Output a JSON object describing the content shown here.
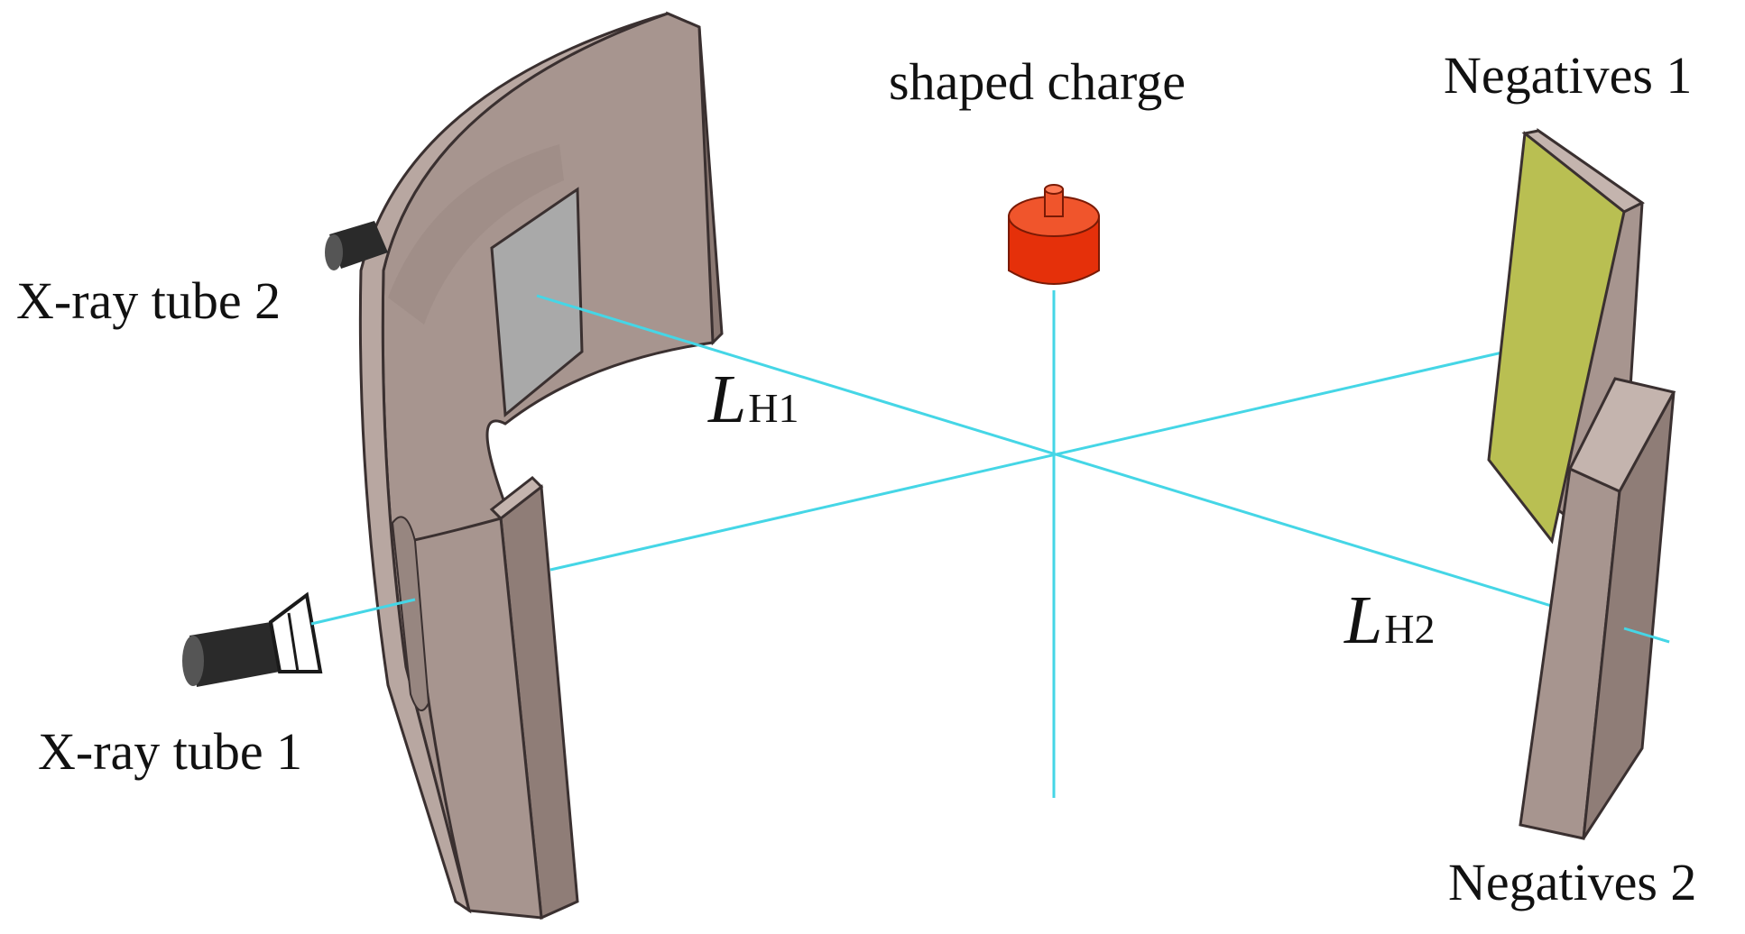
{
  "labels": {
    "shaped_charge": "shaped charge",
    "negatives_1": "Negatives 1",
    "negatives_2": "Negatives 2",
    "xray_tube_1": "X-ray tube 1",
    "xray_tube_2": "X-ray tube 2"
  },
  "dimensions": {
    "lh1": {
      "symbol": "L",
      "subscript": "H1"
    },
    "lh2": {
      "symbol": "L",
      "subscript": "H2"
    }
  },
  "colors": {
    "beam": "#45d6e6",
    "protection_panel": "#a7958f",
    "panel_dark": "#8f7d77",
    "film": "#b9bf52",
    "window": "#a9a9a9",
    "charge": "#ee3a10",
    "tube": "#2a2a2a"
  }
}
